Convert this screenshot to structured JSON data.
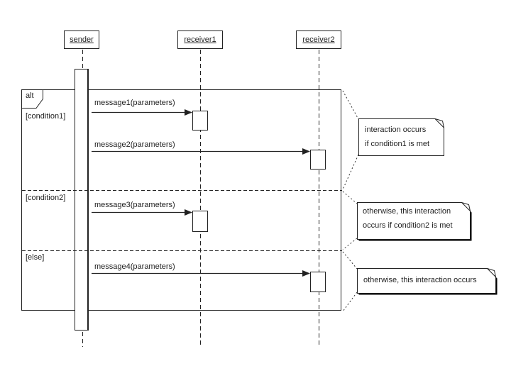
{
  "colors": {
    "ink": "#1f1f1f",
    "paper": "#ffffff"
  },
  "lifelines": [
    {
      "label": "sender"
    },
    {
      "label": "receiver1"
    },
    {
      "label": "receiver2"
    }
  ],
  "fragment": {
    "operator": "alt",
    "guards": [
      {
        "label": "[condition1]"
      },
      {
        "label": "[condition2]"
      },
      {
        "label": "[else]"
      }
    ]
  },
  "messages": [
    {
      "label": "message1(parameters)"
    },
    {
      "label": "message2(parameters)"
    },
    {
      "label": "message3(parameters)"
    },
    {
      "label": "message4(parameters)"
    }
  ],
  "notes": [
    {
      "line1": "interaction occurs",
      "line2": "if condition1 is met"
    },
    {
      "line1": "otherwise, this interaction",
      "line2": "occurs if condition2 is met"
    },
    {
      "line1": "otherwise, this interaction occurs",
      "line2": ""
    }
  ]
}
